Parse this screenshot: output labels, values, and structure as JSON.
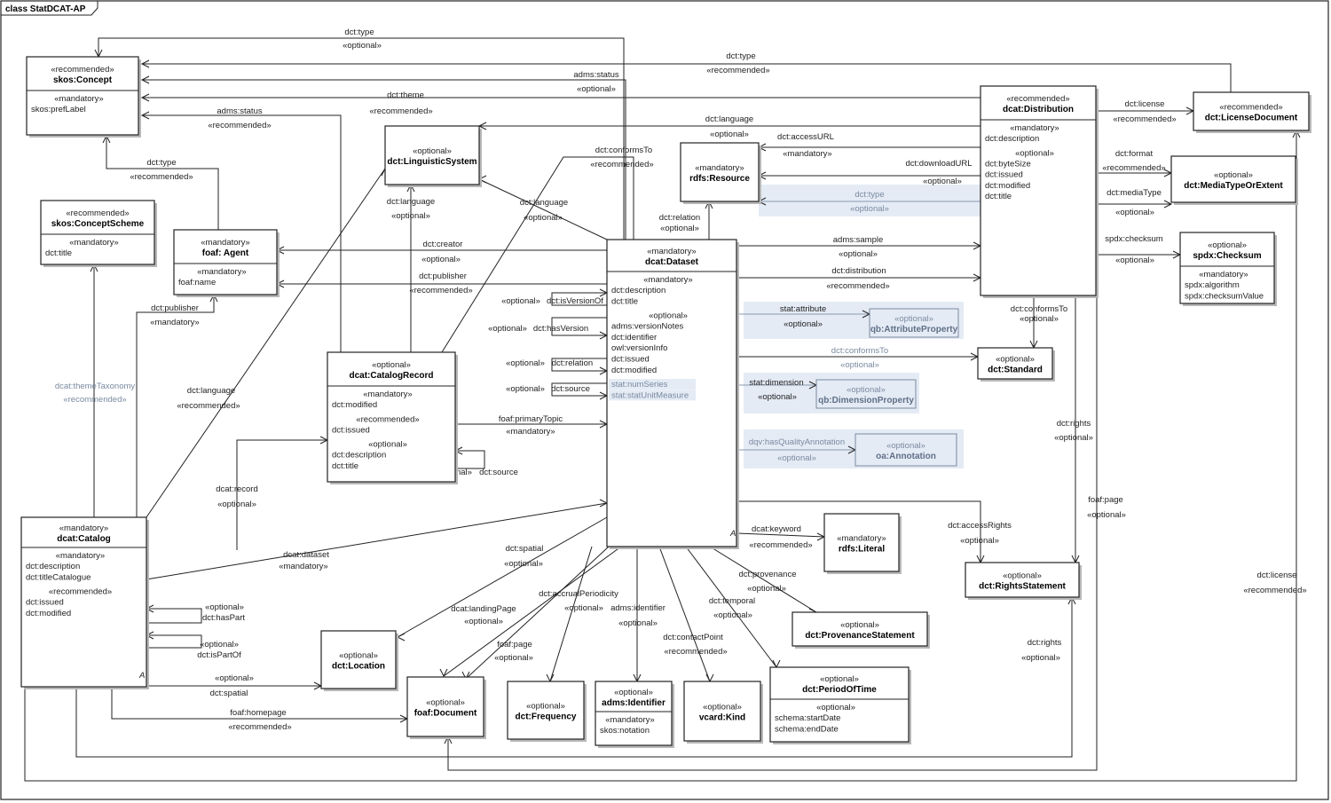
{
  "frame_title": "class StatDCAT-AP",
  "classes": {
    "concept": {
      "stereo": "«recommended»",
      "name": "skos:Concept",
      "attrs": [
        {
          "s": "«mandatory»",
          "v": [
            "skos:prefLabel"
          ]
        }
      ]
    },
    "scheme": {
      "stereo": "«recommended»",
      "name": "skos:ConceptScheme",
      "attrs": [
        {
          "s": "«mandatory»",
          "v": [
            "dct:title"
          ]
        }
      ]
    },
    "agent": {
      "stereo": "«mandatory»",
      "name": "foaf: Agent",
      "attrs": [
        {
          "s": "«mandatory»",
          "v": [
            "foaf:name"
          ]
        }
      ]
    },
    "ling": {
      "stereo": "«optional»",
      "name": "dct:LinguisticSystem"
    },
    "resource": {
      "stereo": "«mandatory»",
      "name": "rdfs:Resource"
    },
    "distribution": {
      "stereo": "«recommended»",
      "name": "dcat:Distribution",
      "attrs": [
        {
          "s": "«mandatory»",
          "v": [
            "dct:description"
          ]
        },
        {
          "s": "«optional»",
          "v": [
            "dct:byteSize",
            "dct:issued",
            "dct:modified",
            "dct:title"
          ]
        }
      ]
    },
    "license": {
      "stereo": "«recommended»",
      "name": "dct:LicenseDocument"
    },
    "mediatype": {
      "stereo": "«optional»",
      "name": "dct:MediaTypeOrExtent"
    },
    "checksum": {
      "stereo": "«optional»",
      "name": "spdx:Checksum",
      "attrs": [
        {
          "s": "«mandatory»",
          "v": [
            "spdx:algorithm",
            "spdx:checksumValue"
          ]
        }
      ]
    },
    "dataset": {
      "stereo": "«mandatory»",
      "name": "dcat:Dataset",
      "attrs": [
        {
          "s": "«mandatory»",
          "v": [
            "dct:description",
            "dct:title"
          ]
        },
        {
          "s": "«optional»",
          "v": [
            "adms:versionNotes",
            "dct:identifier",
            "owl:versionInfo",
            "dct:issued",
            "dct:modified"
          ]
        }
      ],
      "grey": [
        "stat:numSeries",
        "stat:statUnitMeasure"
      ]
    },
    "record": {
      "stereo": "«optional»",
      "name": "dcat:CatalogRecord",
      "attrs": [
        {
          "s": "«mandatory»",
          "v": [
            "dct:modified"
          ]
        },
        {
          "s": "«recommended»",
          "v": [
            "dct:issued"
          ]
        },
        {
          "s": "«optional»",
          "v": [
            "dct:description",
            "dct:title"
          ]
        }
      ]
    },
    "catalog": {
      "stereo": "«mandatory»",
      "name": "dcat:Catalog",
      "attrs": [
        {
          "s": "«mandatory»",
          "v": [
            "dct:description",
            "dct:titleCatalogue"
          ]
        },
        {
          "s": "«recommended»",
          "v": [
            "dct:issued",
            "dct:modified"
          ]
        }
      ]
    },
    "standard": {
      "stereo": "«optional»",
      "name": "dct:Standard"
    },
    "attrprop": {
      "stereo": "«optional»",
      "name": "qb:AttributeProperty"
    },
    "dimprop": {
      "stereo": "«optional»",
      "name": "qb:DimensionProperty"
    },
    "annotation": {
      "stereo": "«optional»",
      "name": "oa:Annotation"
    },
    "literal": {
      "stereo": "«mandatory»",
      "name": "rdfs:Literal"
    },
    "rights": {
      "stereo": "«optional»",
      "name": "dct:RightsStatement"
    },
    "provenance": {
      "stereo": "«optional»",
      "name": "dct:ProvenanceStatement"
    },
    "periodoftime": {
      "stereo": "«optional»",
      "name": "dct:PeriodOfTime",
      "attrs": [
        {
          "s": "«optional»",
          "v": [
            "schema:startDate",
            "schema:endDate"
          ]
        }
      ]
    },
    "location": {
      "stereo": "«optional»",
      "name": "dct:Location"
    },
    "document": {
      "stereo": "«optional»",
      "name": "foaf:Document"
    },
    "frequency": {
      "stereo": "«optional»",
      "name": "dct:Frequency"
    },
    "identifier": {
      "stereo": "«optional»",
      "name": "adms:Identifier",
      "attrs": [
        {
          "s": "«mandatory»",
          "v": [
            "skos:notation"
          ]
        }
      ]
    },
    "kind": {
      "stereo": "«optional»",
      "name": "vcard:Kind"
    }
  },
  "labels": [
    "dct:type",
    "«optional»",
    "dct:type",
    "«recommended»",
    "adms:status",
    "«optional»",
    "dct:theme",
    "«recommended»",
    "adms:status",
    "«recommended»",
    "dct:language",
    "«optional»",
    "dct:type",
    "«recommended»",
    "dct:conformsTo",
    "«recommended»",
    "dct:accessURL",
    "«mandatory»",
    "dct:downloadURL",
    "«optional»",
    "dct:type",
    "«optional»",
    "dct:license",
    "«recommended»",
    "dct:format",
    "«recommended»",
    "dct:mediaType",
    "«optional»",
    "spdx:checksum",
    "«optional»",
    "dct:language",
    "«optional»",
    "dct:language",
    "«optional»",
    "dct:relation",
    "«optional»",
    "dct:creator",
    "«optional»",
    "dct:publisher",
    "«recommended»",
    "adms:sample",
    "«optional»",
    "dct:distribution",
    "«recommended»",
    "dct:publisher",
    "«mandatory»",
    "«optional»",
    "dct:isVersionOf",
    "«optional»",
    "dct:hasVersion",
    "«optional»",
    "dct:relation",
    "«optional»",
    "dct:source",
    "stat:attribute",
    "«optional»",
    "dct:conformsTo",
    "«optional»",
    "dct:conformsTo",
    "«optional»",
    "stat:dimension",
    "«optional»",
    "dqv:hasQualityAnnotation",
    "«optional»",
    "dcat:themeTaxonomy",
    "«recommended»",
    "dct:language",
    "«recommended»",
    "foaf:primaryTopic",
    "«mandatory»",
    "«optional»",
    "dct:source",
    "dct:rights",
    "«optional»",
    "dcat:record",
    "«optional»",
    "foaf:page",
    "«optional»",
    "dcat:dataset",
    "«mandatory»",
    "dct:spatial",
    "«optional»",
    "dcat:keyword",
    "«recommended»",
    "dct:accessRights",
    "«optional»",
    "dct:provenance",
    "«optional»",
    "dcat:landingPage",
    "«optional»",
    "dct:accrualPeriodicity",
    "«optional»",
    "adms:identifier",
    "«optional»",
    "dct:temporal",
    "«optional»",
    "«optional»",
    "dct:hasPart",
    "«optional»",
    "dct:isPartOf",
    "dct:license",
    "«recommended»",
    "foaf:page",
    "«optional»",
    "dct:contactPoint",
    "«recommended»",
    "dct:rights",
    "«optional»",
    "«optional»",
    "dct:spatial",
    "foaf:homepage",
    "«recommended»"
  ]
}
